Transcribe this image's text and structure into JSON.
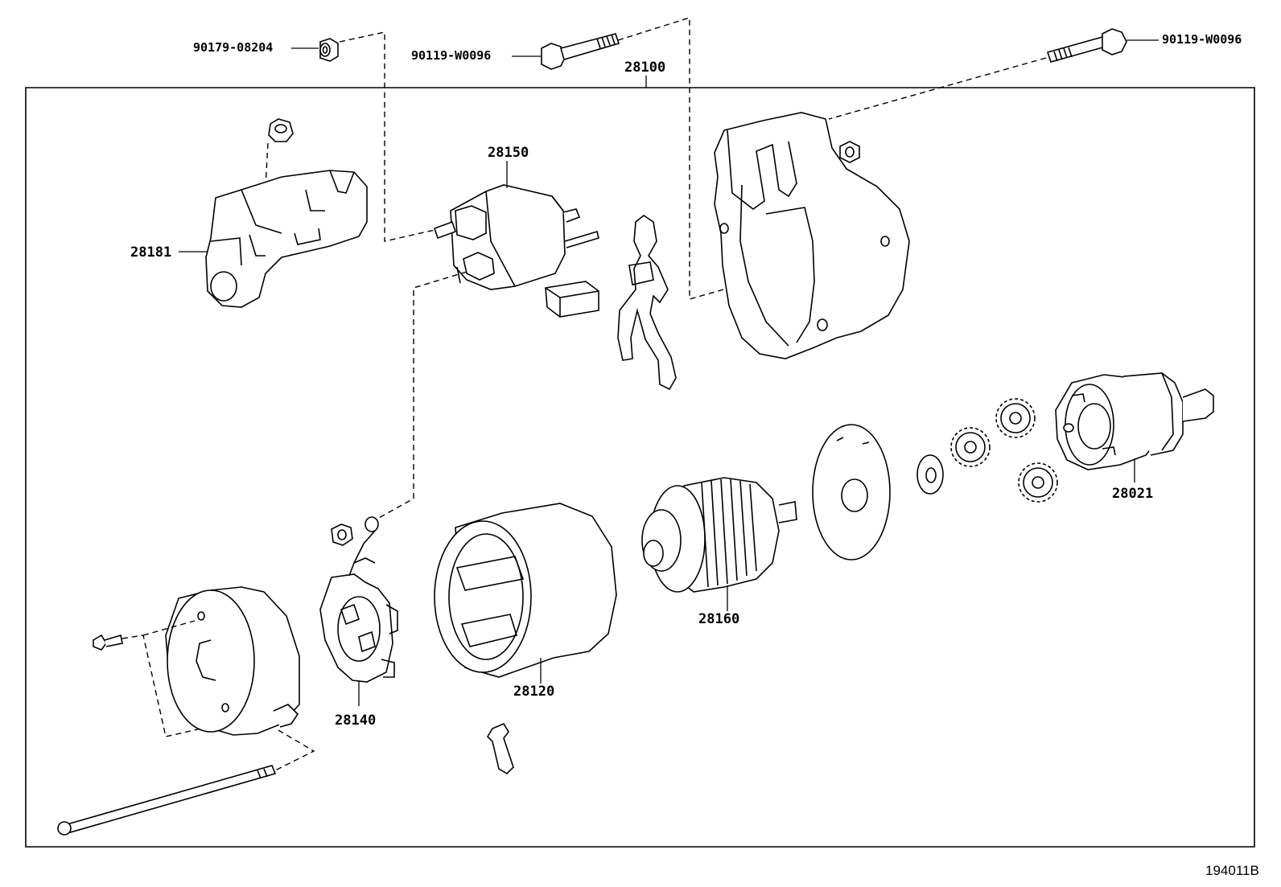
{
  "parts": {
    "nut_top": "90179-08204",
    "bolt_mid": "90119-W0096",
    "bolt_right": "90119-W0096",
    "starter_assy": "28100",
    "solenoid": "28150",
    "cover": "28181",
    "pinion_clutch": "28021",
    "armature": "28160",
    "yoke": "28120",
    "brush_holder": "28140"
  },
  "figure_code": "194011B"
}
